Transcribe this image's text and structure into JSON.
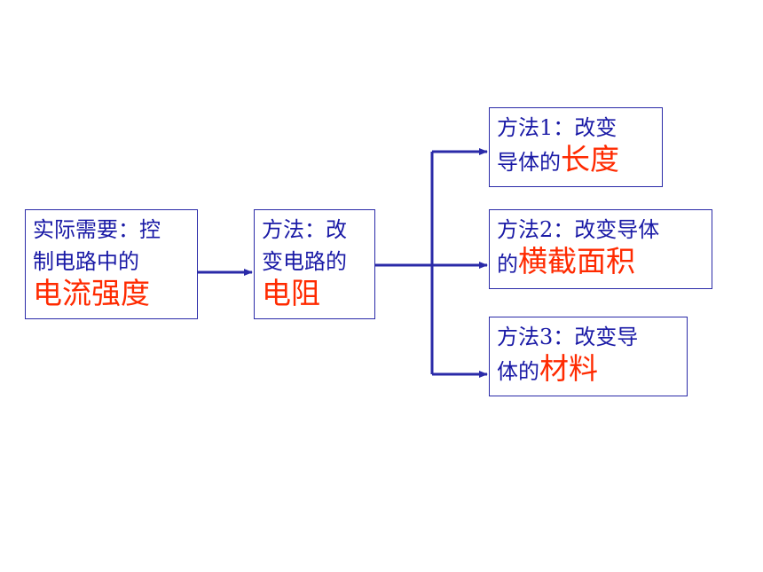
{
  "colors": {
    "text": "#1a1aa6",
    "highlight": "#ff2a00",
    "line": "#2a2aa8"
  },
  "boxes": {
    "need": {
      "line1": "实际需要：控",
      "line2": "制电路中的",
      "highlight": "电流强度"
    },
    "method": {
      "line1": "方法：改",
      "line2": "变电路的",
      "highlight": "电阻"
    },
    "m1": {
      "line1": "方法1：改变",
      "line2_prefix": "导体的",
      "highlight": "长度"
    },
    "m2": {
      "line1": "方法2：改变导体",
      "line2_prefix": "的",
      "highlight": "横截面积"
    },
    "m3": {
      "line1": "方法3：改变导",
      "line2_prefix": "体的",
      "highlight": "材料"
    }
  }
}
